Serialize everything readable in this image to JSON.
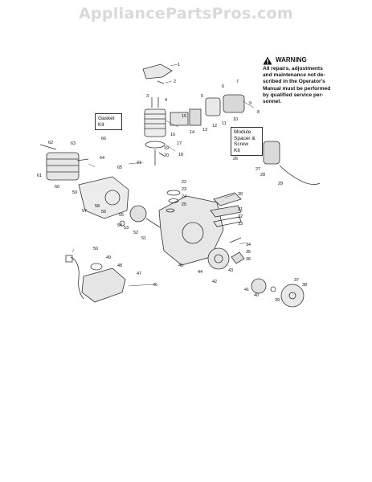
{
  "watermark": "AppliancePartsPros.com",
  "warning": {
    "title": "WARNING",
    "lines": [
      "All repairs, adjustments",
      "and maintenance not de-",
      "scribed in the Operator's",
      "Manual must be performed",
      "by qualified service per-",
      "sonnel."
    ]
  },
  "boxes": {
    "gasket_kit": {
      "lines": [
        "Gasket",
        "Kit"
      ],
      "number": "66"
    },
    "module_kit": {
      "lines": [
        "Module",
        "Spacer &",
        "Screw",
        "Kit"
      ],
      "number": "26"
    }
  },
  "part_numbers": [
    "1",
    "2",
    "3",
    "4",
    "5",
    "6",
    "7",
    "8",
    "9",
    "10",
    "11",
    "12",
    "13",
    "14",
    "15",
    "16",
    "17",
    "18",
    "19",
    "20",
    "21",
    "22",
    "23",
    "24",
    "25",
    "27",
    "28",
    "29",
    "30",
    "31",
    "32",
    "33",
    "34",
    "35",
    "36",
    "37",
    "38",
    "39",
    "40",
    "41",
    "42",
    "43",
    "44",
    "45",
    "46",
    "47",
    "48",
    "49",
    "50",
    "51",
    "52",
    "53",
    "54",
    "55",
    "56",
    "57",
    "58",
    "59",
    "60",
    "61",
    "62",
    "63",
    "64",
    "65"
  ]
}
